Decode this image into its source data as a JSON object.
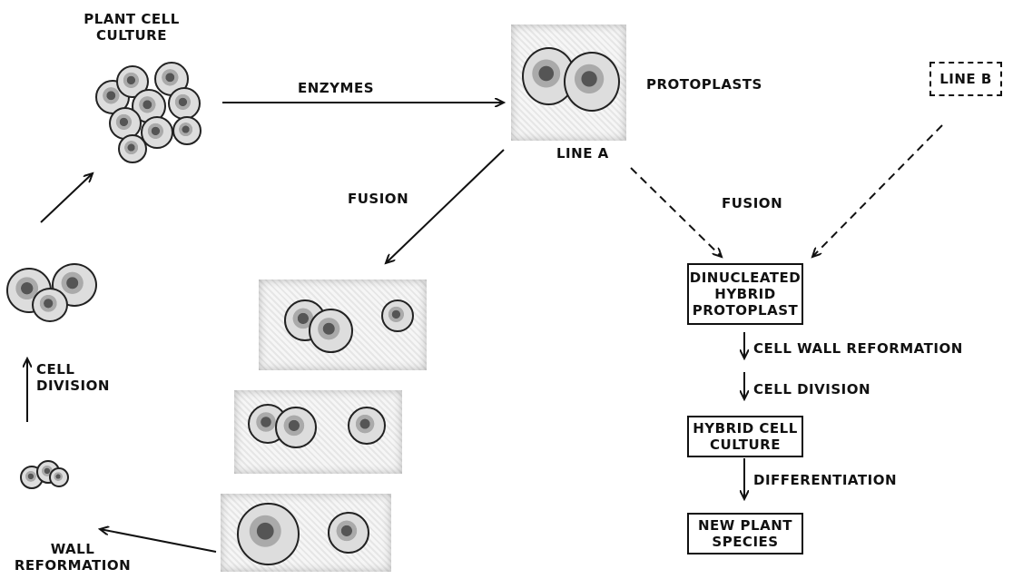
{
  "diagram": {
    "plant_cell_culture": "PLANT CELL\nCULTURE",
    "enzymes": "ENZYMES",
    "protoplasts": "PROTOPLASTS",
    "line_a": "LINE A",
    "line_b": "LINE B",
    "fusion_left": "FUSION",
    "fusion_right": "FUSION",
    "dinucleated_box": "DINUCLEATED\nHYBRID\nPROTOPLAST",
    "cell_wall_reformation": "CELL WALL REFORMATION",
    "cell_division_right": "CELL DIVISION",
    "hybrid_box": "HYBRID CELL\nCULTURE",
    "differentiation": "DIFFERENTIATION",
    "new_plant_box": "NEW PLANT\nSPECIES",
    "cell_division_left": "CELL\nDIVISION",
    "wall_reformation": "WALL\nREFORMATION"
  }
}
